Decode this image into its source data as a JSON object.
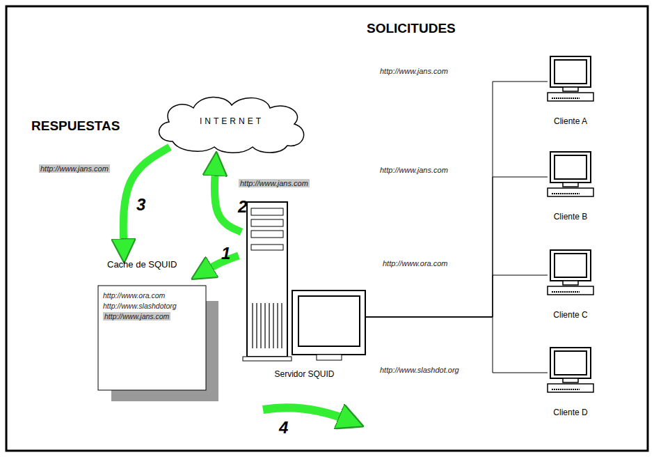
{
  "diagram": {
    "nodes": [
      {
        "text": [
          "INTERNET"
        ]
      },
      {
        "text": [
          "Cache de SQUID",
          "http://www.ora.com",
          "http://www.slashdotorg",
          "http://www.jans.com"
        ]
      },
      {
        "text": [
          "Servidor SQUID"
        ]
      },
      {
        "text": [
          "Cliente A"
        ]
      },
      {
        "text": [
          "Cliente B"
        ]
      },
      {
        "text": [
          "Cliente C"
        ]
      },
      {
        "text": [
          "Cliente D"
        ]
      }
    ],
    "edges": [
      {
        "from": 2,
        "to": 3,
        "arrow": "none"
      },
      {
        "from": 2,
        "to": 4,
        "arrow": "none"
      },
      {
        "from": 2,
        "to": 5,
        "arrow": "none"
      },
      {
        "from": 2,
        "to": 6,
        "arrow": "none"
      },
      {
        "from": 2,
        "to": 1,
        "arrow": "to"
      },
      {
        "from": 2,
        "to": 0,
        "arrow": "to"
      },
      {
        "from": 0,
        "to": 1,
        "arrow": "to"
      }
    ],
    "labels": [
      "SOLICITUDES",
      "RESPUESTAS",
      "http://www.jans.com",
      "http://www.jans.com",
      "http://www.ora.com",
      "http://www.slashdot.org",
      "http://www.jans.com",
      "http://www.jans.com",
      "1",
      "2",
      "3",
      "4"
    ]
  }
}
